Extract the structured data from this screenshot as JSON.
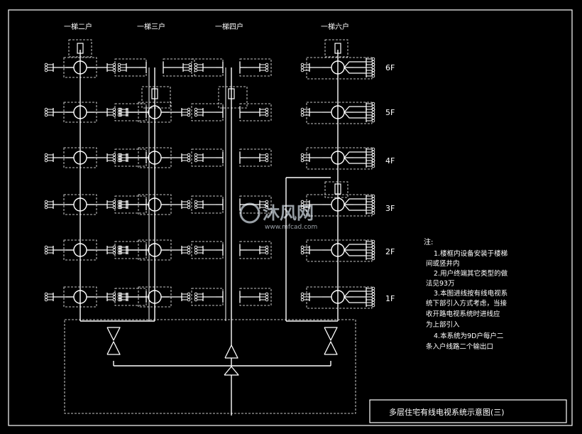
{
  "colors": {
    "background": "#000000",
    "line": "#ffffff",
    "watermark": "#c0c8d0"
  },
  "columns": [
    {
      "label": "一梯二户",
      "type": "two"
    },
    {
      "label": "一梯三户",
      "type": "three"
    },
    {
      "label": "一梯四户",
      "type": "four"
    },
    {
      "label": "一梯六户",
      "type": "six"
    }
  ],
  "floors": [
    "6F",
    "5F",
    "4F",
    "3F",
    "2F",
    "1F"
  ],
  "notes": {
    "title": "注:",
    "lines": [
      "1.楼框内设备安装于楼梯",
      "间或竖井内",
      "2.用户终端其它类型的做",
      "法见93万",
      "3.本图进线按有线电视系",
      "统下部引入方式考虑，当接",
      "收开路电视系统时进线应",
      "为上部引入",
      "4.本系统为9D户每户二",
      "条入户线路二个输出口"
    ]
  },
  "drawing_title": "多层住宅有线电视系统示意图(三)",
  "watermark": {
    "brand": "沐风网",
    "site": "www.mfcad.com"
  }
}
